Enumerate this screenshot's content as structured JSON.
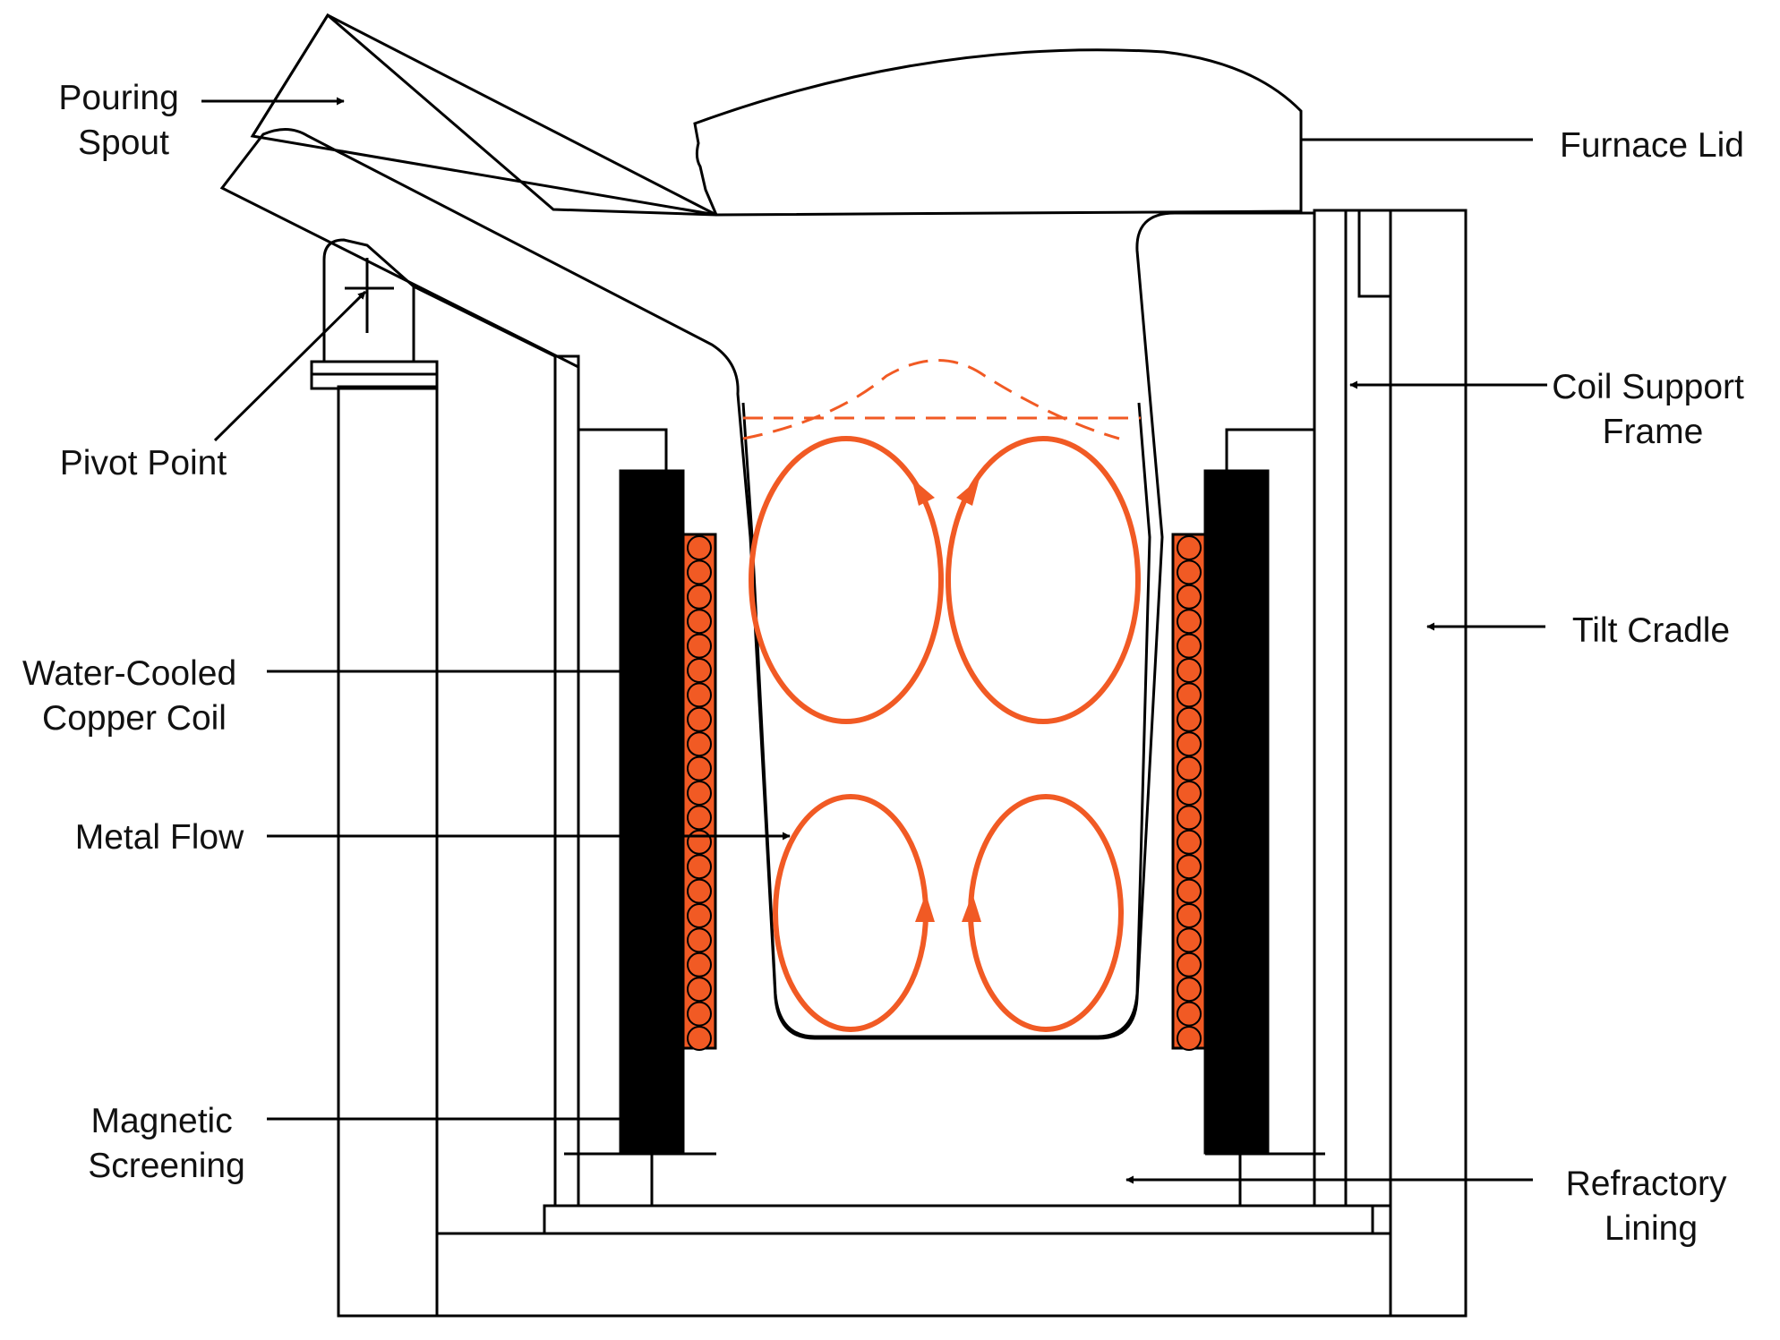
{
  "colors": {
    "refractory": "#F15A24",
    "steel": "#FBB01C",
    "coil": "#000000",
    "outline": "#000000",
    "background": "#FFFFFF"
  },
  "labels": {
    "pouring_spout": [
      "Pouring",
      "Spout"
    ],
    "pivot_point": [
      "Pivot Point"
    ],
    "water_cooled_copper_coil": [
      "Water-Cooled",
      "Copper Coil"
    ],
    "metal_flow": [
      "Metal Flow"
    ],
    "magnetic_screening": [
      "Magnetic",
      "Screening"
    ],
    "furnace_lid": [
      "Furnace Lid"
    ],
    "coil_support_frame": [
      "Coil Support",
      "Frame"
    ],
    "tilt_cradle": [
      "Tilt Cradle"
    ],
    "refractory_lining": [
      "Refractory",
      "Lining"
    ]
  },
  "icons": [
    "arrow-icon",
    "flow-loop-arrow-icon",
    "pivot-cross-icon"
  ]
}
